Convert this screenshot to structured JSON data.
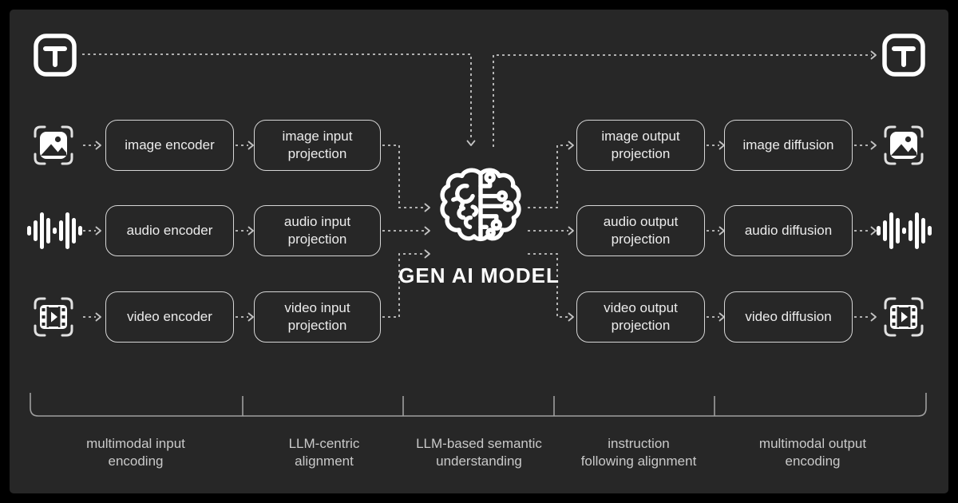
{
  "model": {
    "title": "GEN AI MODEL"
  },
  "text_io": {
    "input_label": "T",
    "output_label": "T"
  },
  "rows": [
    {
      "modality": "image",
      "encoder": "image encoder",
      "input_projection": "image input\nprojection",
      "output_projection": "image output\nprojection",
      "diffusion": "image diffusion"
    },
    {
      "modality": "audio",
      "encoder": "audio encoder",
      "input_projection": "audio input\nprojection",
      "output_projection": "audio output\nprojection",
      "diffusion": "audio diffusion"
    },
    {
      "modality": "video",
      "encoder": "video encoder",
      "input_projection": "video input\nprojection",
      "output_projection": "video output\nprojection",
      "diffusion": "video diffusion"
    }
  ],
  "stages": [
    {
      "label": "multimodal input\nencoding"
    },
    {
      "label": "LLM-centric\nalignment"
    },
    {
      "label": "LLM-based semantic\nunderstanding"
    },
    {
      "label": "instruction\nfollowing alignment"
    },
    {
      "label": "multimodal output\nencoding"
    }
  ],
  "colors": {
    "background": "#000000",
    "panel": "#272727",
    "icon": "#ffffff",
    "box_border": "#d6d6d6",
    "dash_line": "#c4c4c4",
    "bracket": "#9f9f9f",
    "stage_label": "#c9c9c9"
  }
}
